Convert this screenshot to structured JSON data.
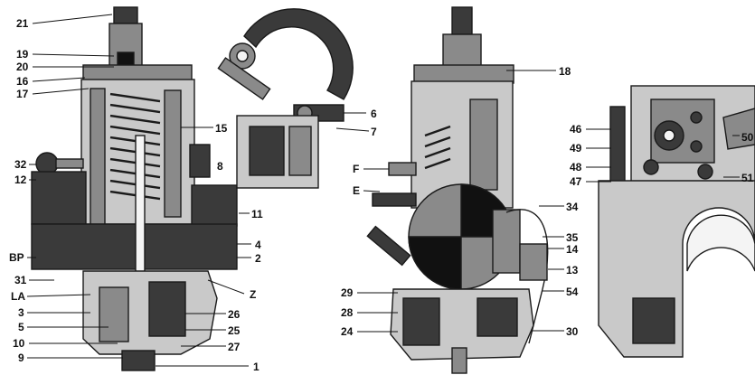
{
  "labels": {
    "view1": [
      "21",
      "19",
      "20",
      "16",
      "17",
      "32",
      "12",
      "BP",
      "31",
      "LA",
      "3",
      "5",
      "10",
      "9",
      "15",
      "8",
      "11",
      "4",
      "2",
      "Z",
      "26",
      "25",
      "27",
      "1"
    ],
    "view2": [
      "6",
      "7"
    ],
    "view3": [
      "18",
      "F",
      "E",
      "34",
      "35",
      "14",
      "13",
      "29",
      "54",
      "28",
      "24",
      "30"
    ],
    "view4": [
      "46",
      "49",
      "48",
      "47",
      "50",
      "51"
    ]
  },
  "colors": {
    "ink": "#111111",
    "metal_dark": "#3a3a3a",
    "metal_mid": "#8a8a8a",
    "metal_light": "#c9c9c9"
  }
}
